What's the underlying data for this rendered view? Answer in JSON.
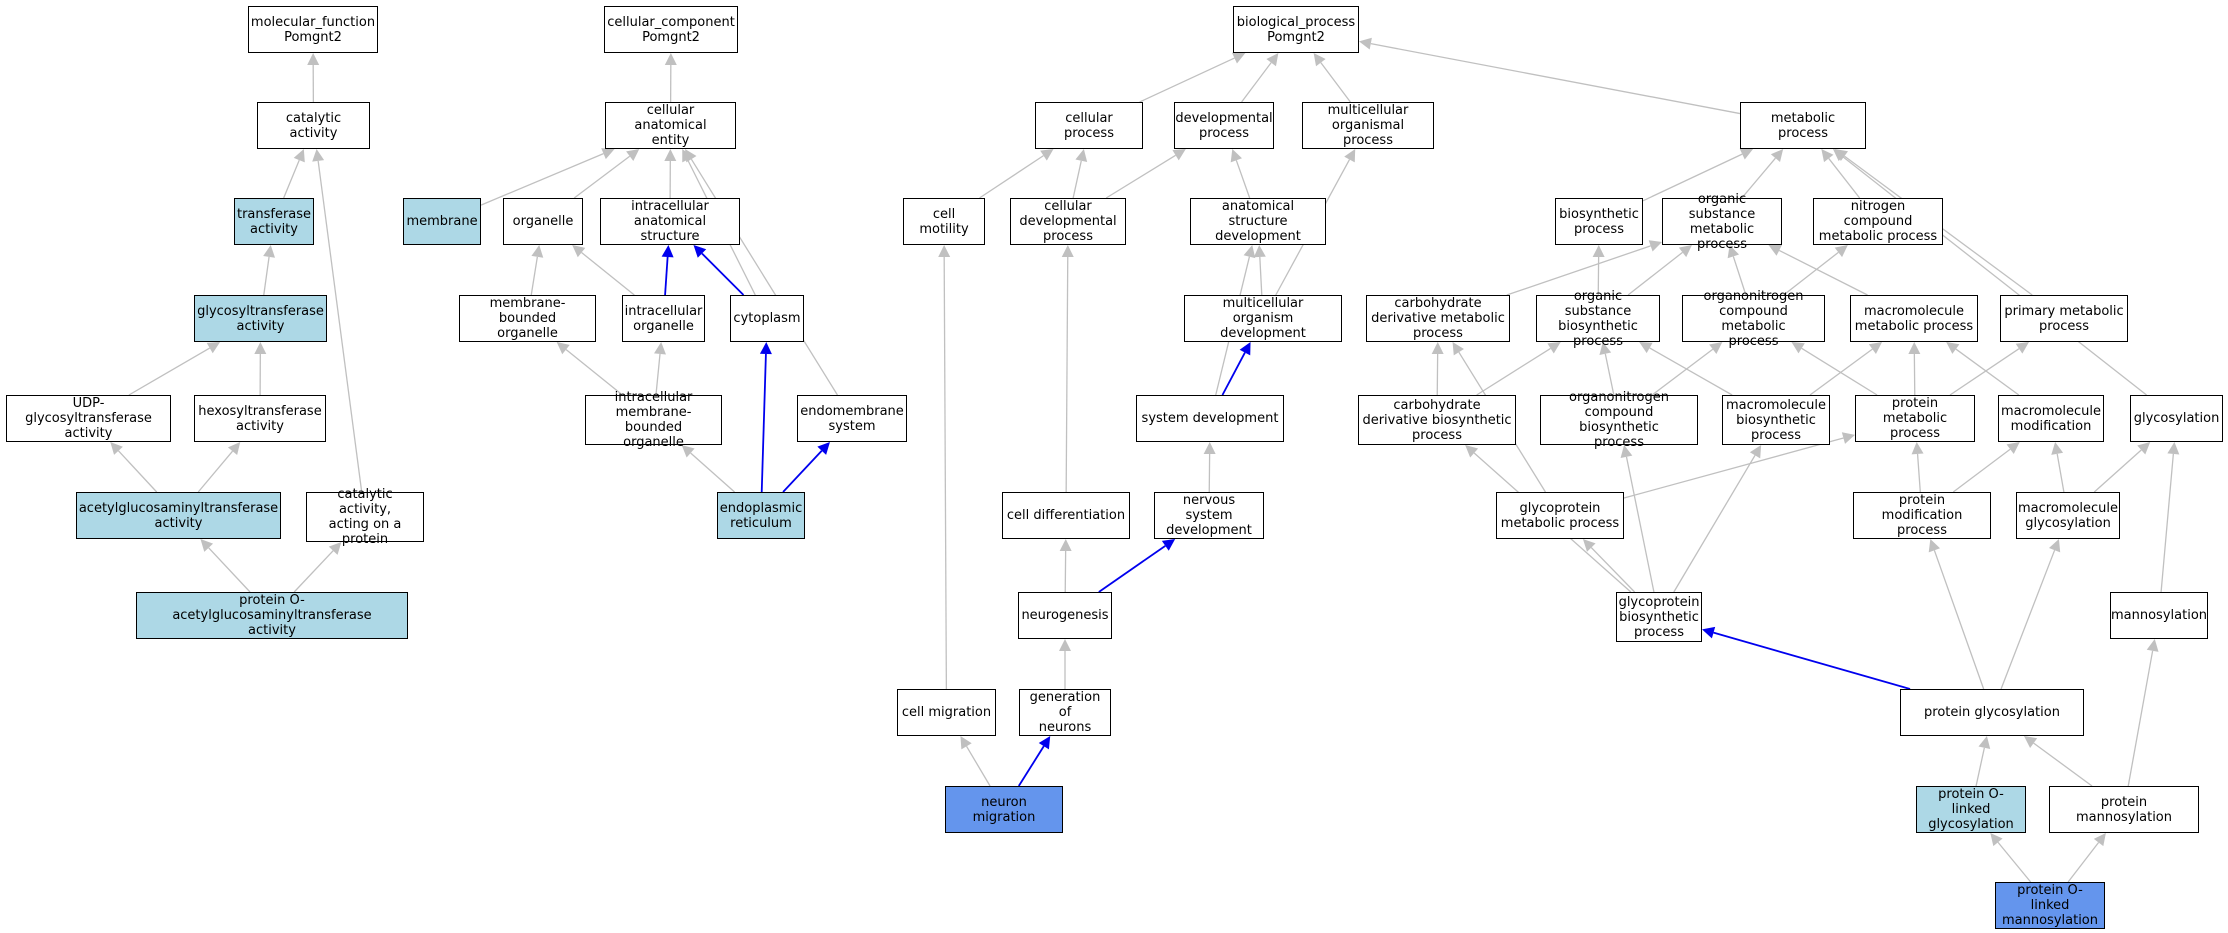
{
  "colors": {
    "plain": "#ffffff",
    "light": "#add8e6",
    "blue": "#6495ed",
    "edge_gray": "#c0c0c0",
    "edge_blue": "#0000ee"
  },
  "nodes": [
    {
      "id": "mf",
      "label": "molecular_function\nPomgnt2",
      "fill": "plain"
    },
    {
      "id": "cat",
      "label": "catalytic activity",
      "fill": "plain"
    },
    {
      "id": "transf",
      "label": "transferase\nactivity",
      "fill": "light"
    },
    {
      "id": "glyco_t",
      "label": "glycosyltransferase\nactivity",
      "fill": "light"
    },
    {
      "id": "udp",
      "label": "UDP-glycosyltransferase\nactivity",
      "fill": "plain"
    },
    {
      "id": "hexo",
      "label": "hexosyltransferase\nactivity",
      "fill": "plain"
    },
    {
      "id": "acetyl",
      "label": "acetylglucosaminyltransferase\nactivity",
      "fill": "light"
    },
    {
      "id": "cat_prot",
      "label": "catalytic activity,\nacting on a\nprotein",
      "fill": "plain"
    },
    {
      "id": "prot_o",
      "label": "protein O-acetylglucosaminyltransferase\nactivity",
      "fill": "light"
    },
    {
      "id": "cc",
      "label": "cellular_component\nPomgnt2",
      "fill": "plain"
    },
    {
      "id": "cae",
      "label": "cellular anatomical\nentity",
      "fill": "plain"
    },
    {
      "id": "membrane",
      "label": "membrane",
      "fill": "light"
    },
    {
      "id": "organelle",
      "label": "organelle",
      "fill": "plain"
    },
    {
      "id": "ias",
      "label": "intracellular\nanatomical structure",
      "fill": "plain"
    },
    {
      "id": "mbo",
      "label": "membrane-bounded\norganelle",
      "fill": "plain"
    },
    {
      "id": "io",
      "label": "intracellular\norganelle",
      "fill": "plain"
    },
    {
      "id": "cyto",
      "label": "cytoplasm",
      "fill": "plain"
    },
    {
      "id": "imbo",
      "label": "intracellular\nmembrane-bounded\norganelle",
      "fill": "plain"
    },
    {
      "id": "endo_sys",
      "label": "endomembrane\nsystem",
      "fill": "plain"
    },
    {
      "id": "er",
      "label": "endoplasmic\nreticulum",
      "fill": "light"
    },
    {
      "id": "bp",
      "label": "biological_process\nPomgnt2",
      "fill": "plain"
    },
    {
      "id": "cp",
      "label": "cellular process",
      "fill": "plain"
    },
    {
      "id": "dp",
      "label": "developmental\nprocess",
      "fill": "plain"
    },
    {
      "id": "mop",
      "label": "multicellular\norganismal process",
      "fill": "plain"
    },
    {
      "id": "mp",
      "label": "metabolic process",
      "fill": "plain"
    },
    {
      "id": "cm",
      "label": "cell motility",
      "fill": "plain"
    },
    {
      "id": "cdp",
      "label": "cellular developmental\nprocess",
      "fill": "plain"
    },
    {
      "id": "asd",
      "label": "anatomical structure\ndevelopment",
      "fill": "plain"
    },
    {
      "id": "mod",
      "label": "multicellular\norganism development",
      "fill": "plain"
    },
    {
      "id": "sd",
      "label": "system development",
      "fill": "plain"
    },
    {
      "id": "nsd",
      "label": "nervous system\ndevelopment",
      "fill": "plain"
    },
    {
      "id": "cd",
      "label": "cell differentiation",
      "fill": "plain"
    },
    {
      "id": "neurog",
      "label": "neurogenesis",
      "fill": "plain"
    },
    {
      "id": "gon",
      "label": "generation of\nneurons",
      "fill": "plain"
    },
    {
      "id": "cmig",
      "label": "cell migration",
      "fill": "plain"
    },
    {
      "id": "nm",
      "label": "neuron migration",
      "fill": "blue"
    },
    {
      "id": "bsp",
      "label": "biosynthetic\nprocess",
      "fill": "plain"
    },
    {
      "id": "osmp",
      "label": "organic substance\nmetabolic process",
      "fill": "plain"
    },
    {
      "id": "ncmp",
      "label": "nitrogen compound\nmetabolic process",
      "fill": "plain"
    },
    {
      "id": "cdmp",
      "label": "carbohydrate\nderivative metabolic\nprocess",
      "fill": "plain"
    },
    {
      "id": "osbp",
      "label": "organic substance\nbiosynthetic\nprocess",
      "fill": "plain"
    },
    {
      "id": "ocmp",
      "label": "organonitrogen\ncompound metabolic\nprocess",
      "fill": "plain"
    },
    {
      "id": "mmp",
      "label": "macromolecule\nmetabolic process",
      "fill": "plain"
    },
    {
      "id": "pmp",
      "label": "primary metabolic\nprocess",
      "fill": "plain"
    },
    {
      "id": "cdbp",
      "label": "carbohydrate\nderivative biosynthetic\nprocess",
      "fill": "plain"
    },
    {
      "id": "ocbp",
      "label": "organonitrogen\ncompound biosynthetic\nprocess",
      "fill": "plain"
    },
    {
      "id": "mbp",
      "label": "macromolecule\nbiosynthetic\nprocess",
      "fill": "plain"
    },
    {
      "id": "protmp",
      "label": "protein metabolic\nprocess",
      "fill": "plain"
    },
    {
      "id": "mmod",
      "label": "macromolecule\nmodification",
      "fill": "plain"
    },
    {
      "id": "glycosylation",
      "label": "glycosylation",
      "fill": "plain"
    },
    {
      "id": "gmp",
      "label": "glycoprotein\nmetabolic process",
      "fill": "plain"
    },
    {
      "id": "pmodp",
      "label": "protein modification\nprocess",
      "fill": "plain"
    },
    {
      "id": "mglyc",
      "label": "macromolecule\nglycosylation",
      "fill": "plain"
    },
    {
      "id": "gbp",
      "label": "glycoprotein\nbiosynthetic\nprocess",
      "fill": "plain"
    },
    {
      "id": "mannosylation",
      "label": "mannosylation",
      "fill": "plain"
    },
    {
      "id": "pglyc",
      "label": "protein glycosylation",
      "fill": "plain"
    },
    {
      "id": "polg",
      "label": "protein O-linked\nglycosylation",
      "fill": "light"
    },
    {
      "id": "pmann",
      "label": "protein mannosylation",
      "fill": "plain"
    },
    {
      "id": "polm",
      "label": "protein O-linked\nmannosylation",
      "fill": "blue"
    }
  ],
  "edges": [
    {
      "from": "cat",
      "to": "mf",
      "color": "gray"
    },
    {
      "from": "transf",
      "to": "cat",
      "color": "gray"
    },
    {
      "from": "glyco_t",
      "to": "transf",
      "color": "gray"
    },
    {
      "from": "udp",
      "to": "glyco_t",
      "color": "gray"
    },
    {
      "from": "hexo",
      "to": "glyco_t",
      "color": "gray"
    },
    {
      "from": "acetyl",
      "to": "udp",
      "color": "gray"
    },
    {
      "from": "acetyl",
      "to": "hexo",
      "color": "gray"
    },
    {
      "from": "cat_prot",
      "to": "cat",
      "color": "gray"
    },
    {
      "from": "prot_o",
      "to": "acetyl",
      "color": "gray"
    },
    {
      "from": "prot_o",
      "to": "cat_prot",
      "color": "gray"
    },
    {
      "from": "cae",
      "to": "cc",
      "color": "gray"
    },
    {
      "from": "membrane",
      "to": "cae",
      "color": "gray"
    },
    {
      "from": "organelle",
      "to": "cae",
      "color": "gray"
    },
    {
      "from": "ias",
      "to": "cae",
      "color": "gray"
    },
    {
      "from": "cyto",
      "to": "cae",
      "color": "gray"
    },
    {
      "from": "endo_sys",
      "to": "cae",
      "color": "gray"
    },
    {
      "from": "mbo",
      "to": "organelle",
      "color": "gray"
    },
    {
      "from": "io",
      "to": "organelle",
      "color": "gray"
    },
    {
      "from": "io",
      "to": "ias",
      "color": "blue"
    },
    {
      "from": "cyto",
      "to": "ias",
      "color": "blue"
    },
    {
      "from": "imbo",
      "to": "mbo",
      "color": "gray"
    },
    {
      "from": "imbo",
      "to": "io",
      "color": "gray"
    },
    {
      "from": "er",
      "to": "imbo",
      "color": "gray"
    },
    {
      "from": "er",
      "to": "cyto",
      "color": "blue"
    },
    {
      "from": "er",
      "to": "endo_sys",
      "color": "blue"
    },
    {
      "from": "cp",
      "to": "bp",
      "color": "gray"
    },
    {
      "from": "dp",
      "to": "bp",
      "color": "gray"
    },
    {
      "from": "mop",
      "to": "bp",
      "color": "gray"
    },
    {
      "from": "mp",
      "to": "bp",
      "color": "gray"
    },
    {
      "from": "cm",
      "to": "cp",
      "color": "gray"
    },
    {
      "from": "cdp",
      "to": "cp",
      "color": "gray"
    },
    {
      "from": "cdp",
      "to": "dp",
      "color": "gray"
    },
    {
      "from": "asd",
      "to": "dp",
      "color": "gray"
    },
    {
      "from": "mod",
      "to": "asd",
      "color": "gray"
    },
    {
      "from": "mod",
      "to": "mop",
      "color": "gray"
    },
    {
      "from": "sd",
      "to": "asd",
      "color": "gray"
    },
    {
      "from": "sd",
      "to": "mod",
      "color": "blue"
    },
    {
      "from": "nsd",
      "to": "sd",
      "color": "gray"
    },
    {
      "from": "cd",
      "to": "cdp",
      "color": "gray"
    },
    {
      "from": "neurog",
      "to": "cd",
      "color": "gray"
    },
    {
      "from": "neurog",
      "to": "nsd",
      "color": "blue"
    },
    {
      "from": "gon",
      "to": "neurog",
      "color": "gray"
    },
    {
      "from": "cmig",
      "to": "cm",
      "color": "gray"
    },
    {
      "from": "nm",
      "to": "cmig",
      "color": "gray"
    },
    {
      "from": "nm",
      "to": "gon",
      "color": "blue"
    },
    {
      "from": "bsp",
      "to": "mp",
      "color": "gray"
    },
    {
      "from": "osmp",
      "to": "mp",
      "color": "gray"
    },
    {
      "from": "ncmp",
      "to": "mp",
      "color": "gray"
    },
    {
      "from": "pmp",
      "to": "mp",
      "color": "gray"
    },
    {
      "from": "glycosylation",
      "to": "mp",
      "color": "gray"
    },
    {
      "from": "cdmp",
      "to": "osmp",
      "color": "gray"
    },
    {
      "from": "osbp",
      "to": "bsp",
      "color": "gray"
    },
    {
      "from": "osbp",
      "to": "osmp",
      "color": "gray"
    },
    {
      "from": "ocmp",
      "to": "osmp",
      "color": "gray"
    },
    {
      "from": "ocmp",
      "to": "ncmp",
      "color": "gray"
    },
    {
      "from": "mmp",
      "to": "osmp",
      "color": "gray"
    },
    {
      "from": "cdbp",
      "to": "cdmp",
      "color": "gray"
    },
    {
      "from": "cdbp",
      "to": "osbp",
      "color": "gray"
    },
    {
      "from": "ocbp",
      "to": "osbp",
      "color": "gray"
    },
    {
      "from": "ocbp",
      "to": "ocmp",
      "color": "gray"
    },
    {
      "from": "mbp",
      "to": "osbp",
      "color": "gray"
    },
    {
      "from": "mbp",
      "to": "mmp",
      "color": "gray"
    },
    {
      "from": "protmp",
      "to": "ocmp",
      "color": "gray"
    },
    {
      "from": "protmp",
      "to": "mmp",
      "color": "gray"
    },
    {
      "from": "protmp",
      "to": "pmp",
      "color": "gray"
    },
    {
      "from": "mmod",
      "to": "mmp",
      "color": "gray"
    },
    {
      "from": "gmp",
      "to": "cdmp",
      "color": "gray"
    },
    {
      "from": "gmp",
      "to": "protmp",
      "color": "gray"
    },
    {
      "from": "pmodp",
      "to": "protmp",
      "color": "gray"
    },
    {
      "from": "pmodp",
      "to": "mmod",
      "color": "gray"
    },
    {
      "from": "mglyc",
      "to": "mmod",
      "color": "gray"
    },
    {
      "from": "mglyc",
      "to": "glycosylation",
      "color": "gray"
    },
    {
      "from": "gbp",
      "to": "cdbp",
      "color": "gray"
    },
    {
      "from": "gbp",
      "to": "ocbp",
      "color": "gray"
    },
    {
      "from": "gbp",
      "to": "mbp",
      "color": "gray"
    },
    {
      "from": "gbp",
      "to": "gmp",
      "color": "gray"
    },
    {
      "from": "mannosylation",
      "to": "glycosylation",
      "color": "gray"
    },
    {
      "from": "pglyc",
      "to": "gbp",
      "color": "blue"
    },
    {
      "from": "pglyc",
      "to": "pmodp",
      "color": "gray"
    },
    {
      "from": "pglyc",
      "to": "mglyc",
      "color": "gray"
    },
    {
      "from": "polg",
      "to": "pglyc",
      "color": "gray"
    },
    {
      "from": "pmann",
      "to": "pglyc",
      "color": "gray"
    },
    {
      "from": "pmann",
      "to": "mannosylation",
      "color": "gray"
    },
    {
      "from": "polm",
      "to": "polg",
      "color": "gray"
    },
    {
      "from": "polm",
      "to": "pmann",
      "color": "gray"
    }
  ]
}
